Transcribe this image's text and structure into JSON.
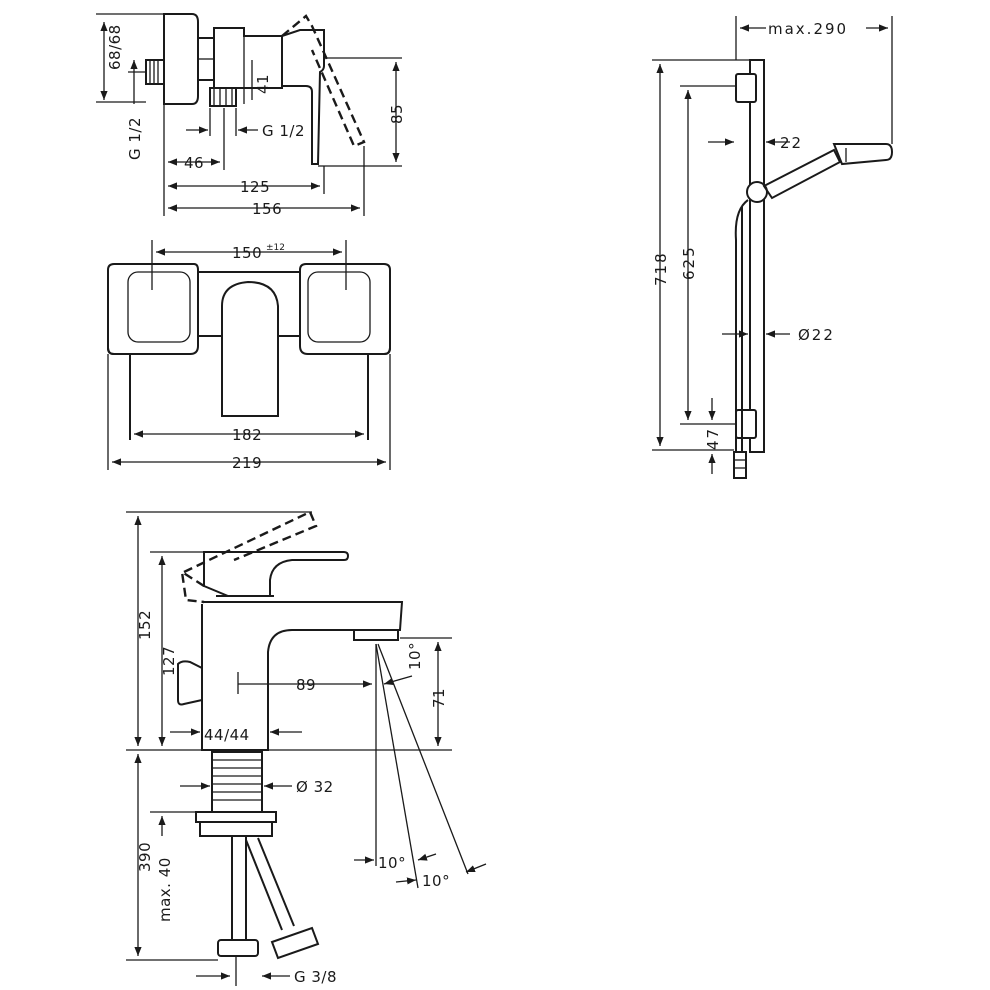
{
  "shower_mixer": {
    "dims": {
      "d_68_68": "68/68",
      "g_half_left": "G 1/2",
      "d_41": "41",
      "d_85": "85",
      "g_half_right": "G 1/2",
      "d_46": "46",
      "d_125": "125",
      "d_156": "156",
      "d_150": "150",
      "d_150_tol": "±12",
      "d_182": "182",
      "d_219": "219"
    }
  },
  "shower_rail": {
    "dims": {
      "max_290": "max.290",
      "d_22_top": "22",
      "d_718": "718",
      "d_625": "625",
      "d_dia_22": "Ø22",
      "d_47": "47"
    }
  },
  "basin_mixer": {
    "dims": {
      "d_152": "152",
      "d_127": "127",
      "d_89": "89",
      "d_10_top": "10°",
      "d_71": "71",
      "d_44_44": "44/44",
      "d_dia_32": "Ø 32",
      "d_390": "390",
      "max_40": "max. 40",
      "d_10_a": "10°",
      "d_10_b": "10°",
      "g_3_8": "G 3/8"
    }
  }
}
